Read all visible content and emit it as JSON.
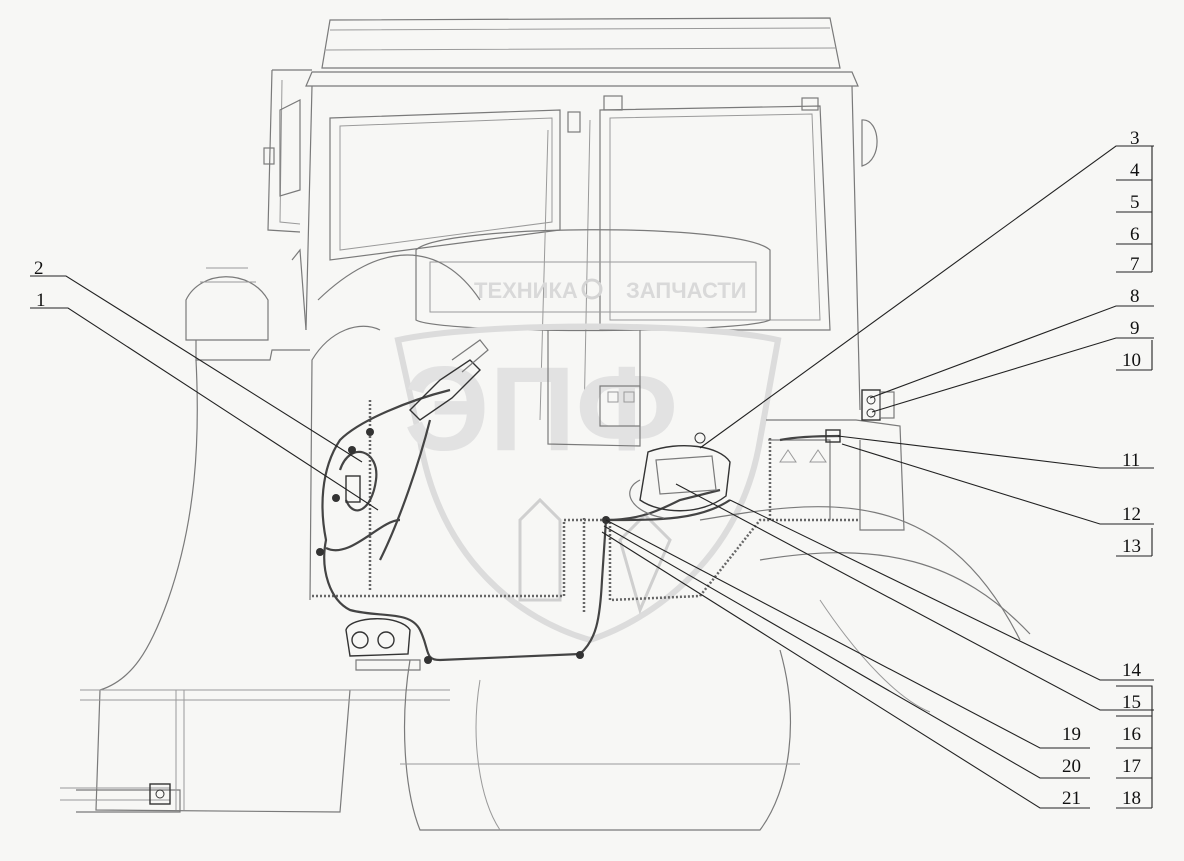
{
  "watermark": {
    "left_text": "ТЕХНИКА",
    "right_text": "ЗАПЧАСТИ",
    "big_letters": "ЭПФ"
  },
  "callouts": {
    "c1": "1",
    "c2": "2",
    "c3": "3",
    "c4": "4",
    "c5": "5",
    "c6": "6",
    "c7": "7",
    "c8": "8",
    "c9": "9",
    "c10": "10",
    "c11": "11",
    "c12": "12",
    "c13": "13",
    "c14": "14",
    "c15": "15",
    "c16": "16",
    "c17": "17",
    "c18": "18",
    "c19": "19",
    "c20": "20",
    "c21": "21"
  }
}
